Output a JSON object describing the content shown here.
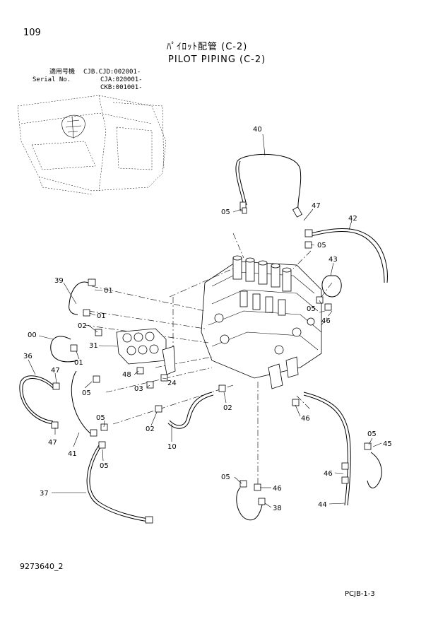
{
  "page_number": "109",
  "title_jp": "ﾊﾟｲﾛｯﾄ配管 (C-2)",
  "title_en": "PILOT PIPING (C-2)",
  "serial": {
    "label_jp": "適用号機",
    "label_en": "Serial No.",
    "values": [
      "CJB.CJD:002001-",
      "CJA:020001-",
      "CKB:001001-"
    ]
  },
  "part_numbers": {
    "p40": "40",
    "p47_top": "47",
    "p42": "42",
    "p05_a": "05",
    "p05_b": "05",
    "p43": "43",
    "p39": "39",
    "p01_a": "01",
    "p01_b": "01",
    "p01_c": "01",
    "p02_a": "02",
    "p00": "00",
    "p31": "31",
    "p36": "36",
    "p47_left": "47",
    "p05_c": "05",
    "p48": "48",
    "p03": "03",
    "p24": "24",
    "p02_b": "02",
    "p02_c": "02",
    "p05_d": "05",
    "p05_top_right": "05",
    "p46_top": "46",
    "p46_mid": "46",
    "p47_bottom": "47",
    "p41": "41",
    "p05_e": "05",
    "p10": "10",
    "p05_f": "05",
    "p45": "45",
    "p46_right": "46",
    "p37": "37",
    "p05_g": "05",
    "p46_bottom": "46",
    "p38": "38",
    "p44": "44"
  },
  "document_number": "9273640_2",
  "page_code": "PCJB-1-3"
}
